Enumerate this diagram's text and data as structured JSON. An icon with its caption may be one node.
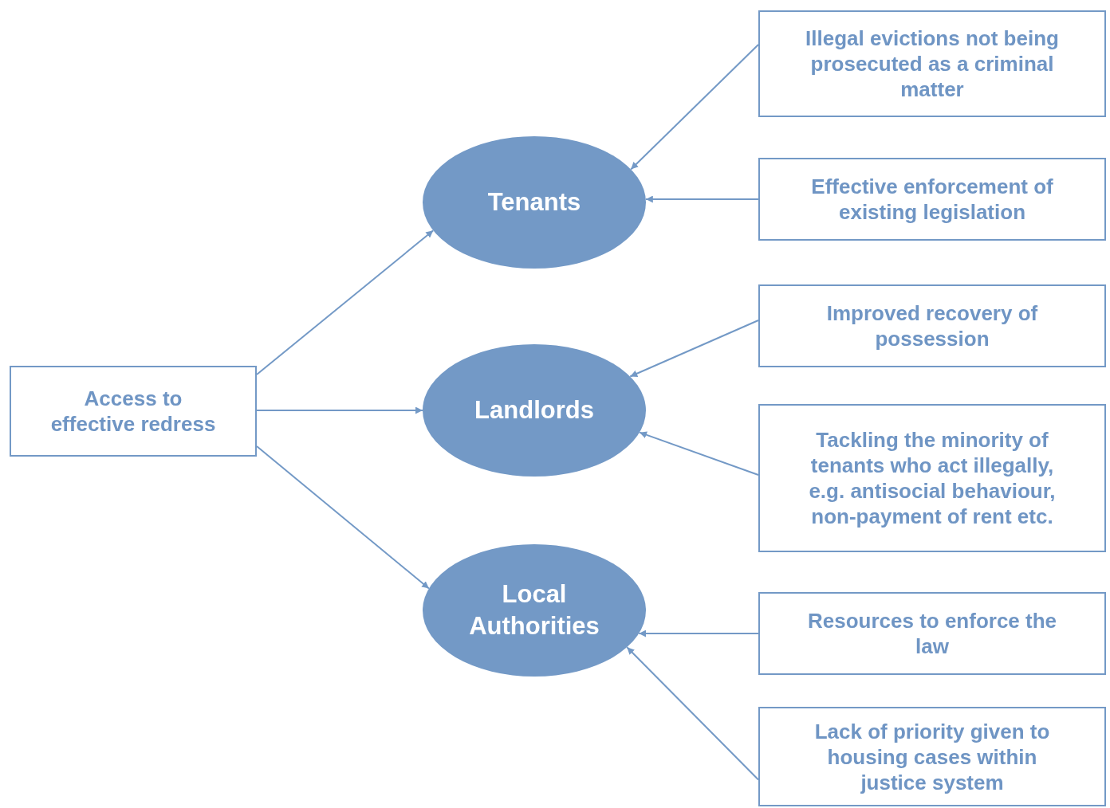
{
  "diagram": {
    "nodes": [
      {
        "text": [
          "Access to effective redress"
        ]
      },
      {
        "text": [
          "Tenants"
        ]
      },
      {
        "text": [
          "Landlords"
        ]
      },
      {
        "text": [
          "Local Authorities"
        ]
      },
      {
        "text": [
          "Illegal evictions not being prosecuted as a criminal matter"
        ]
      },
      {
        "text": [
          "Effective enforcement of existing legislation"
        ]
      },
      {
        "text": [
          "Improved recovery of possession"
        ]
      },
      {
        "text": [
          "Tackling the minority of tenants who act illegally, e.g. antisocial behaviour, non-payment of rent etc."
        ]
      },
      {
        "text": [
          "Resources to enforce the law"
        ]
      },
      {
        "text": [
          "Lack of priority given to housing cases within justice system"
        ]
      }
    ],
    "edges": [
      {
        "from": 0,
        "to": 1,
        "arrow": "to"
      },
      {
        "from": 0,
        "to": 2,
        "arrow": "to"
      },
      {
        "from": 0,
        "to": 3,
        "arrow": "to"
      },
      {
        "from": 4,
        "to": 1,
        "arrow": "to"
      },
      {
        "from": 5,
        "to": 1,
        "arrow": "to"
      },
      {
        "from": 6,
        "to": 2,
        "arrow": "to"
      },
      {
        "from": 7,
        "to": 2,
        "arrow": "to"
      },
      {
        "from": 8,
        "to": 3,
        "arrow": "to"
      },
      {
        "from": 9,
        "to": 3,
        "arrow": "to"
      }
    ]
  }
}
